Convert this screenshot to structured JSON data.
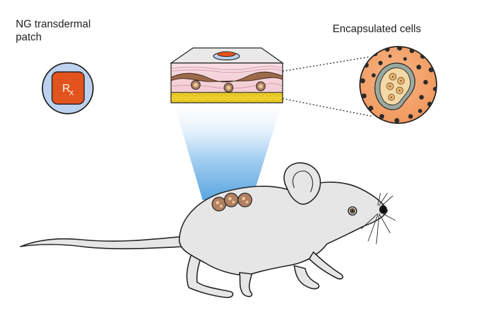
{
  "labels": {
    "patch_title_line1": "NG transdermal",
    "patch_title_line2": "patch",
    "encapsulated_cells": "Encapsulated cells",
    "rx_main": "R",
    "rx_sub": "X"
  },
  "colors": {
    "patch_disc": "#bcd2ef",
    "patch_square": "#e2531d",
    "skin_pink": "#f4cad2",
    "skin_dark_band": "#9a6a4a",
    "fat_yellow": "#f0d21e",
    "beam_top": "#5aa6e0",
    "capsule_orange": "#f6a36a",
    "mouse_body": "#e6e6e6"
  }
}
